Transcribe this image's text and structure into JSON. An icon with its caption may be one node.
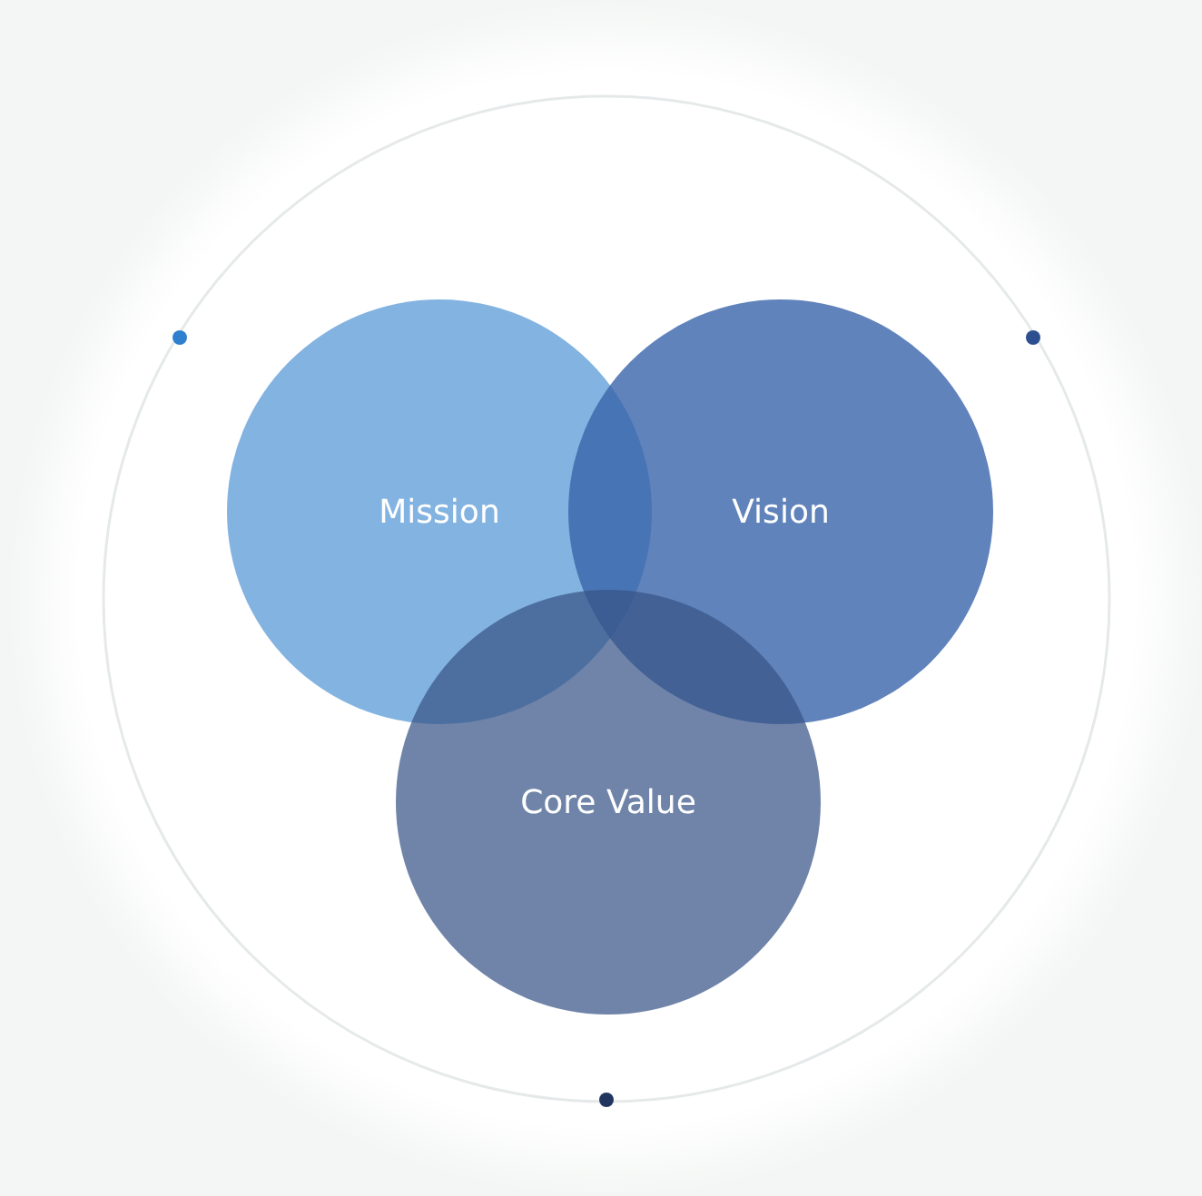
{
  "diagram": {
    "nodes": [
      {
        "text": [
          "Mission"
        ]
      },
      {
        "text": [
          "Vision"
        ]
      },
      {
        "text": [
          "Core Value"
        ]
      }
    ]
  }
}
